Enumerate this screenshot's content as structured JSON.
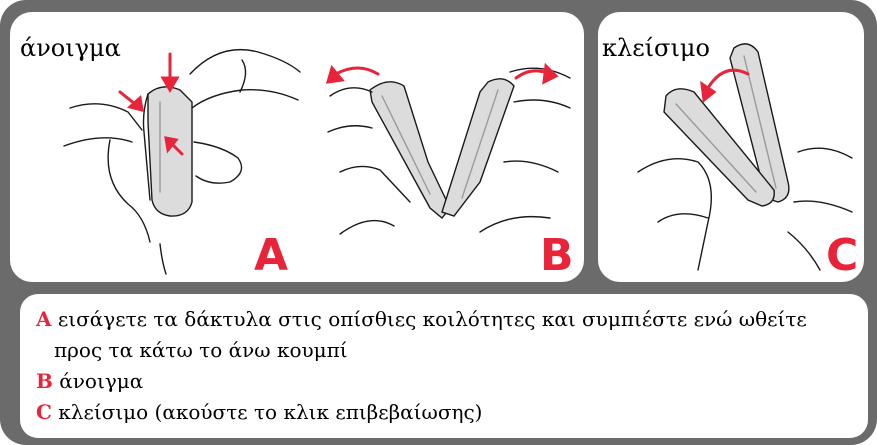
{
  "panels": {
    "left": {
      "title": "άνοιγμα",
      "letter_a": "A",
      "letter_b": "B"
    },
    "right": {
      "title": "κλείσιμο",
      "letter_c": "C"
    }
  },
  "instructions": [
    {
      "key": "A",
      "text": "εισάγετε τα δάκτυλα στις οπίσθιες κοιλότητες και συμπιέστε ενώ ωθείτε",
      "cont": "προς τα κάτω το άνω κουμπί"
    },
    {
      "key": "B",
      "text": "άνοιγμα"
    },
    {
      "key": "C",
      "text": "κλείσιμο (ακούστε το κλικ επιβεβαίωσης)"
    }
  ],
  "colors": {
    "frame": "#6b6b6b",
    "accent": "#e8243a",
    "line": "#1a1a1a",
    "device": "#d9d9d9"
  }
}
